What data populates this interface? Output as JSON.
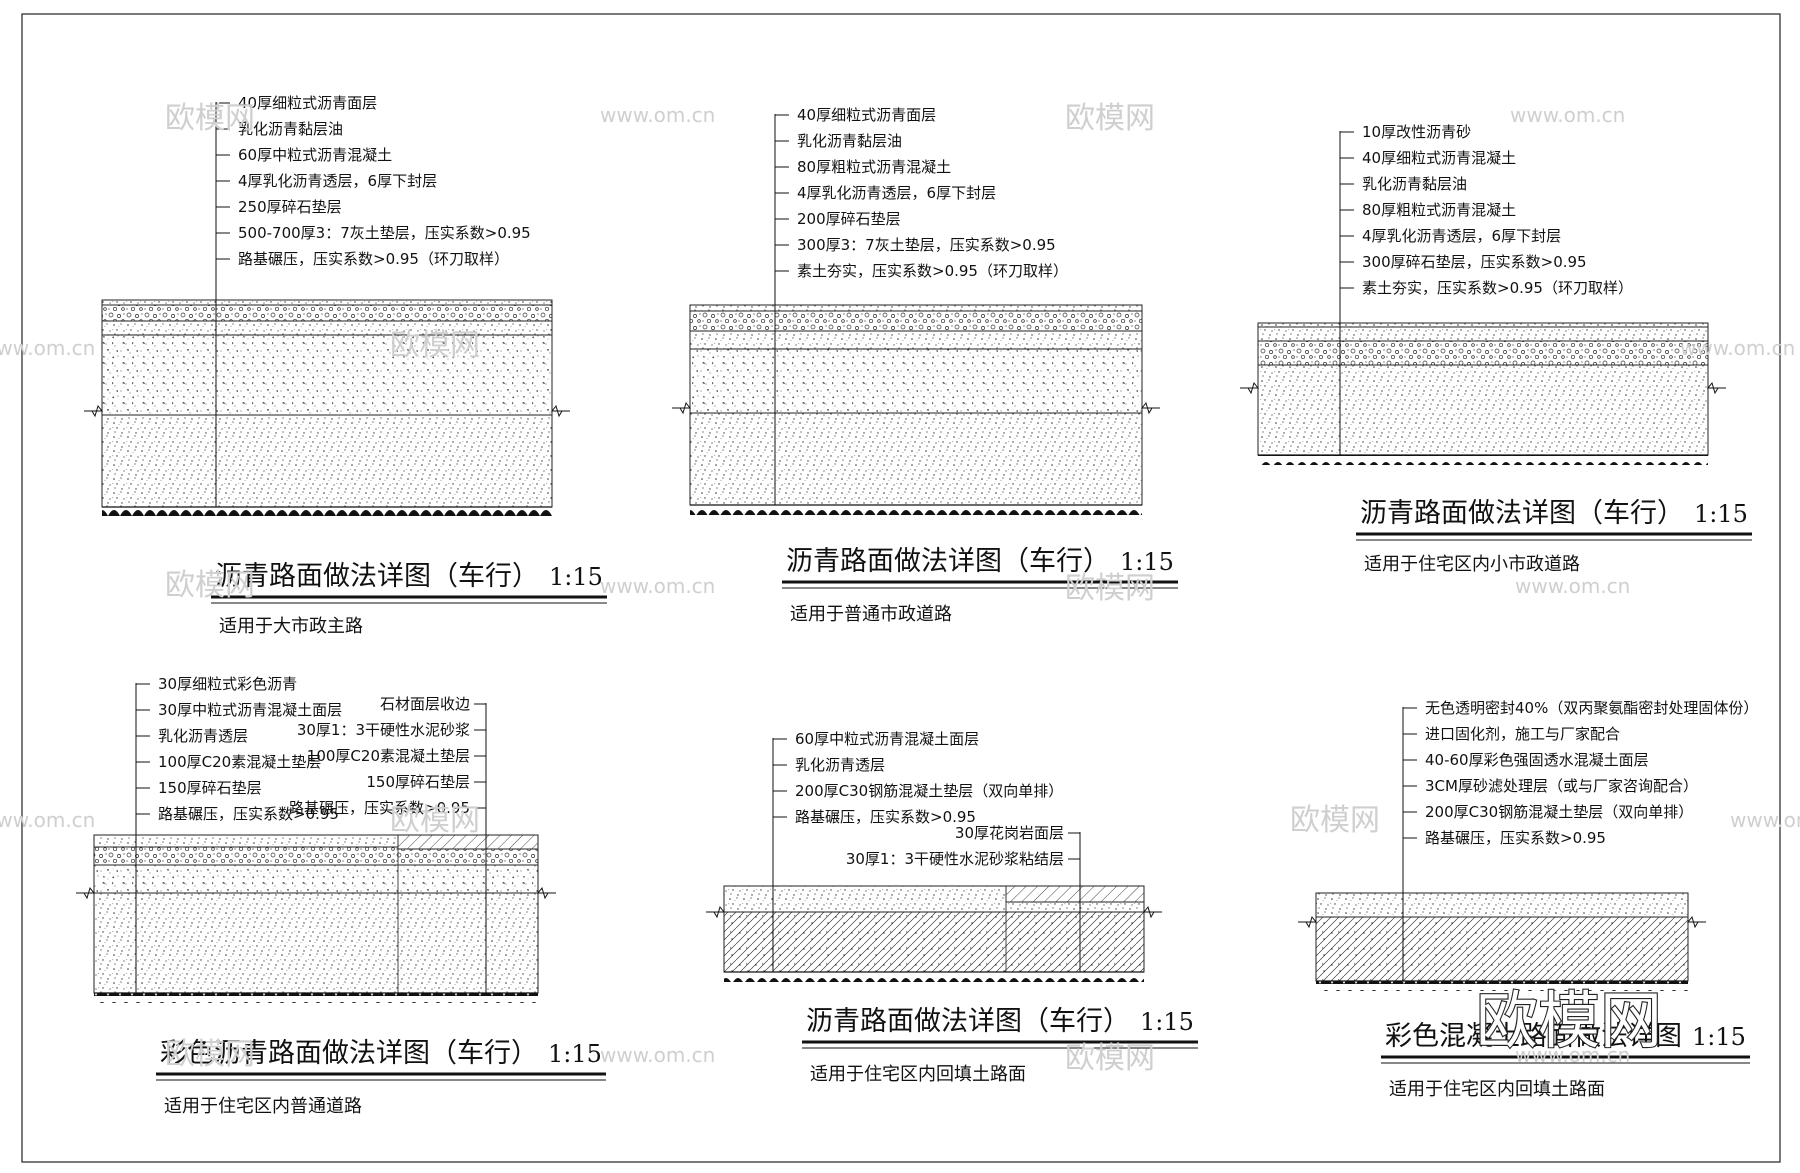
{
  "colors": {
    "ink": "#111111",
    "watermark": "#cccccc",
    "background": "#ffffff"
  },
  "watermarks": {
    "site": "www.om.cn",
    "brand": "欧模网",
    "corner_brand": "欧模网"
  },
  "sections": [
    {
      "id": "s1",
      "labels": [
        "40厚细粒式沥青面层",
        "乳化沥青黏层油",
        "60厚中粒式沥青混凝土",
        "4厚乳化沥青透层，6厚下封层",
        "250厚碎石垫层",
        "500-700厚3：7灰土垫层，压实系数>0.95",
        "路基碾压，压实系数>0.95（环刀取样）"
      ],
      "right_labels": [],
      "title": "沥青路面做法详图（车行）",
      "scale": "1:15",
      "subtitle": "适用于大市政主路"
    },
    {
      "id": "s2",
      "labels": [
        "40厚细粒式沥青面层",
        "乳化沥青黏层油",
        "80厚粗粒式沥青混凝土",
        "4厚乳化沥青透层，6厚下封层",
        "200厚碎石垫层",
        "300厚3：7灰土垫层，压实系数>0.95",
        "素土夯实，压实系数>0.95（环刀取样）"
      ],
      "right_labels": [],
      "title": "沥青路面做法详图（车行）",
      "scale": "1:15",
      "subtitle": "适用于普通市政道路"
    },
    {
      "id": "s3",
      "labels": [
        "10厚改性沥青砂",
        "40厚细粒式沥青混凝土",
        "乳化沥青黏层油",
        "80厚粗粒式沥青混凝土",
        "4厚乳化沥青透层，6厚下封层",
        "300厚碎石垫层，压实系数>0.95",
        "素土夯实，压实系数>0.95（环刀取样）"
      ],
      "right_labels": [],
      "title": "沥青路面做法详图（车行）",
      "scale": "1:15",
      "subtitle": "适用于住宅区内小市政道路"
    },
    {
      "id": "s4",
      "labels": [
        "30厚细粒式彩色沥青",
        "30厚中粒式沥青混凝土面层",
        "乳化沥青透层",
        "100厚C20素混凝土垫层",
        "150厚碎石垫层",
        "路基碾压，压实系数>0.95"
      ],
      "right_labels": [
        "石材面层收边",
        "30厚1：3干硬性水泥砂浆",
        "100厚C20素混凝土垫层",
        "150厚碎石垫层",
        "路基碾压，压实系数>0.95"
      ],
      "title": "彩色沥青路面做法详图（车行）",
      "scale": "1:15",
      "subtitle": "适用于住宅区内普通道路"
    },
    {
      "id": "s5",
      "labels": [
        "60厚中粒式沥青混凝土面层",
        "乳化沥青透层",
        "200厚C30钢筋混凝土垫层（双向单排）",
        "路基碾压，压实系数>0.95"
      ],
      "right_labels": [
        "30厚花岗岩面层",
        "30厚1：3干硬性水泥砂浆粘结层"
      ],
      "title": "沥青路面做法详图（车行）",
      "scale": "1:15",
      "subtitle": "适用于住宅区内回填土路面"
    },
    {
      "id": "s6",
      "labels": [
        "无色透明密封40%（双丙聚氨酯密封处理固体份）",
        "进口固化剂，施工与厂家配合",
        "40-60厚彩色强固透水混凝土面层",
        "3CM厚砂滤处理层（或与厂家咨询配合）",
        "200厚C30钢筋混凝土垫层（双向单排）",
        "路基碾压，压实系数>0.95"
      ],
      "right_labels": [],
      "title": "彩色混凝土路面做法详图",
      "scale": "1:15",
      "subtitle": "适用于住宅区内回填土路面"
    }
  ]
}
